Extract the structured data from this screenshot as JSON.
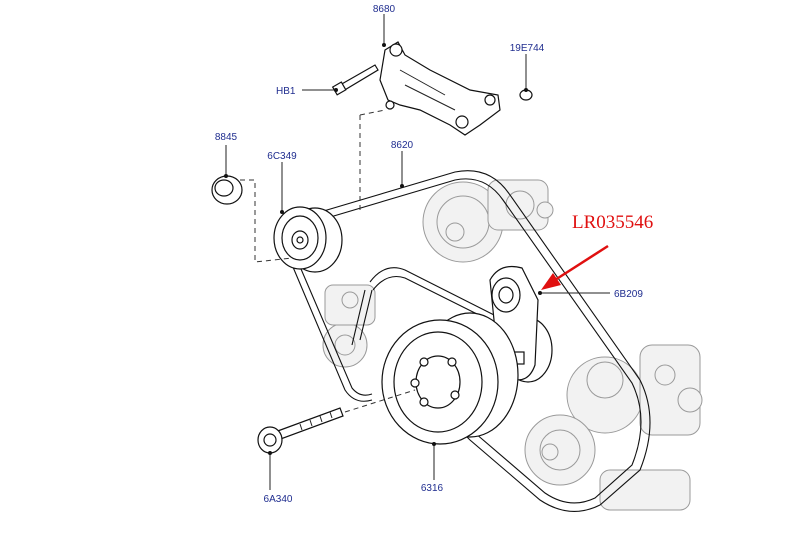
{
  "callouts": {
    "c8680": "8680",
    "c19E744": "19E744",
    "cHB1": "HB1",
    "c8845": "8845",
    "c6C349": "6C349",
    "c8620": "8620",
    "cLR": "LR035546",
    "c6B209": "6B209",
    "c6A340": "6A340",
    "c6316": "6316"
  },
  "colors": {
    "callout_text": "#1f2d8f",
    "highlight": "#e01010"
  }
}
